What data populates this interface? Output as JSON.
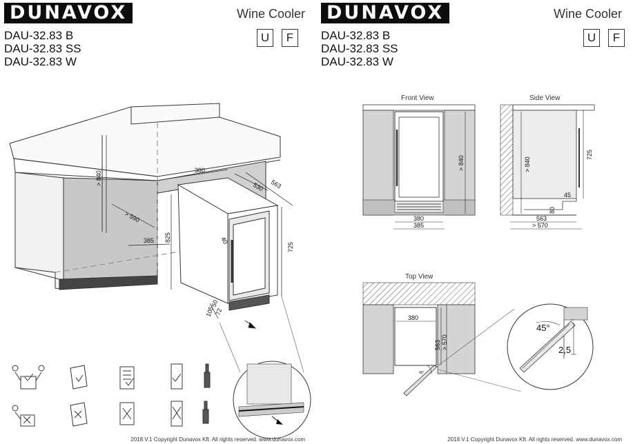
{
  "brand": "DUNAVOX",
  "document_type": "Wine Cooler",
  "models": [
    "DAU-32.83 B",
    "DAU-32.83 SS",
    "DAU-32.83 W"
  ],
  "language_badges": [
    "U",
    "F"
  ],
  "footer": "2018.V.1 Copyright Dunavox Kft. All rights reserved.   www.dunavox.com",
  "left_sheet": {
    "dimensions": {
      "height_840": "> 840",
      "depth_590": "> 590",
      "width_385": "385",
      "cab_width_380": "380",
      "cab_depth_530": "530",
      "cab_depth_563": "563",
      "height_825": "825",
      "height_725": "725",
      "door_40": "40",
      "plinth_50": "50",
      "plinth_72": "72",
      "plinth_105": "105"
    }
  },
  "right_sheet": {
    "front_view": {
      "title": "Front View",
      "height_840": "> 840",
      "width_380": "380",
      "width_385": "385"
    },
    "side_view": {
      "title": "Side View",
      "height_840": "> 840",
      "height_725": "725",
      "dim_45": "45",
      "dim_80": "80",
      "depth_563": "563",
      "depth_570": "> 570"
    },
    "top_view": {
      "title": "Top View",
      "width_380": "380",
      "depth_563": "563",
      "depth_570": "> 570",
      "angle_small": "45°",
      "detail_angle": "45°",
      "detail_gap": "2,5"
    }
  }
}
